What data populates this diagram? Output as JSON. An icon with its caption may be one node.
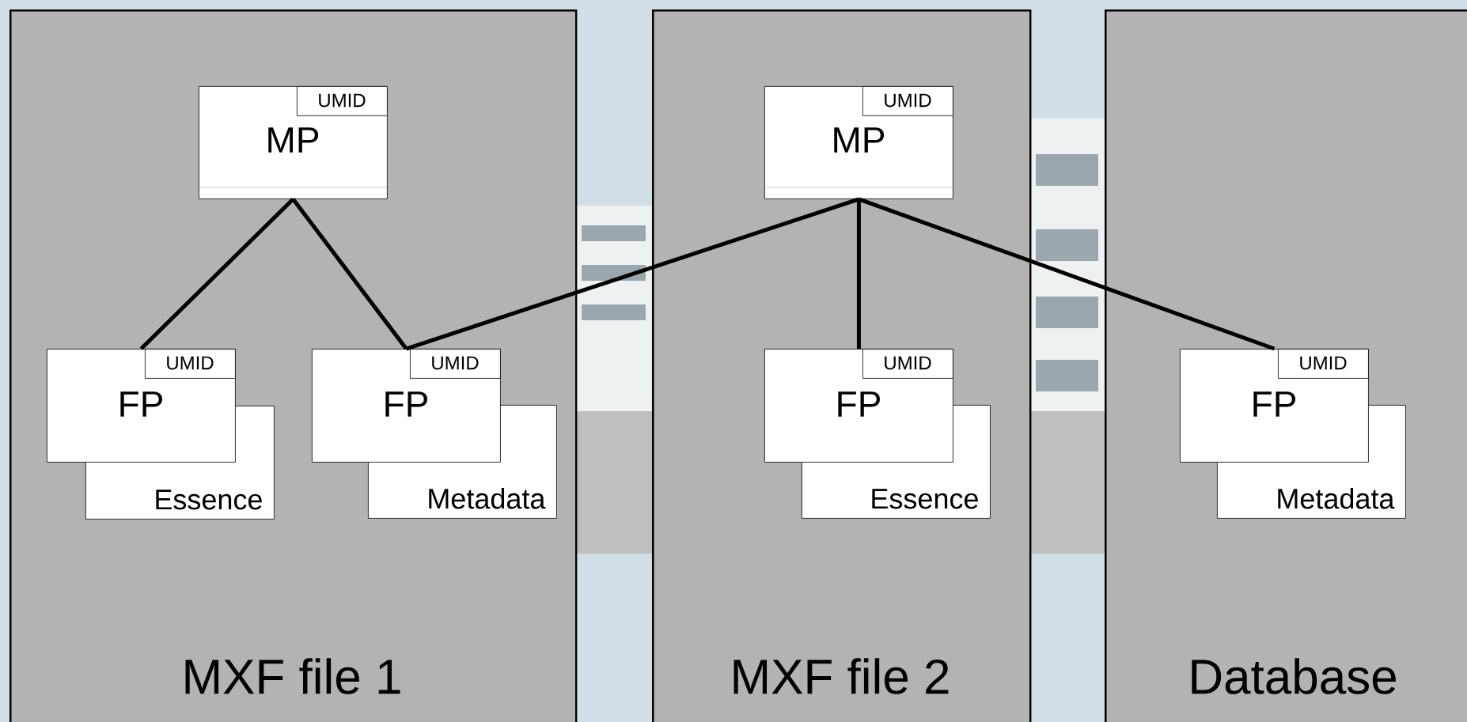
{
  "diagram": {
    "nodes": [
      {
        "text": [
          "MXF file 1"
        ]
      },
      {
        "text": [
          "MP"
        ],
        "in": 0
      },
      {
        "text": [
          "UMID"
        ],
        "in": 1
      },
      {
        "text": [
          "FP"
        ],
        "in": 0
      },
      {
        "text": [
          "UMID"
        ],
        "in": 3
      },
      {
        "text": [
          "Essence"
        ],
        "in": 0
      },
      {
        "text": [
          "FP"
        ],
        "in": 0
      },
      {
        "text": [
          "UMID"
        ],
        "in": 6
      },
      {
        "text": [
          "Metadata"
        ],
        "in": 0
      },
      {
        "text": [
          "MXF file 2"
        ]
      },
      {
        "text": [
          "MP"
        ],
        "in": 9
      },
      {
        "text": [
          "UMID"
        ],
        "in": 10
      },
      {
        "text": [
          "FP"
        ],
        "in": 9
      },
      {
        "text": [
          "UMID"
        ],
        "in": 12
      },
      {
        "text": [
          "Essence"
        ],
        "in": 9
      },
      {
        "text": [
          "Database"
        ]
      },
      {
        "text": [
          "FP"
        ],
        "in": 15
      },
      {
        "text": [
          "UMID"
        ],
        "in": 16
      },
      {
        "text": [
          "Metadata"
        ],
        "in": 15
      }
    ],
    "edges": [
      {
        "from": 1,
        "to": 3,
        "arrow": "none"
      },
      {
        "from": 1,
        "to": 6,
        "arrow": "none"
      },
      {
        "from": 10,
        "to": 6,
        "arrow": "none"
      },
      {
        "from": 10,
        "to": 12,
        "arrow": "none"
      },
      {
        "from": 10,
        "to": 16,
        "arrow": "none"
      }
    ]
  }
}
